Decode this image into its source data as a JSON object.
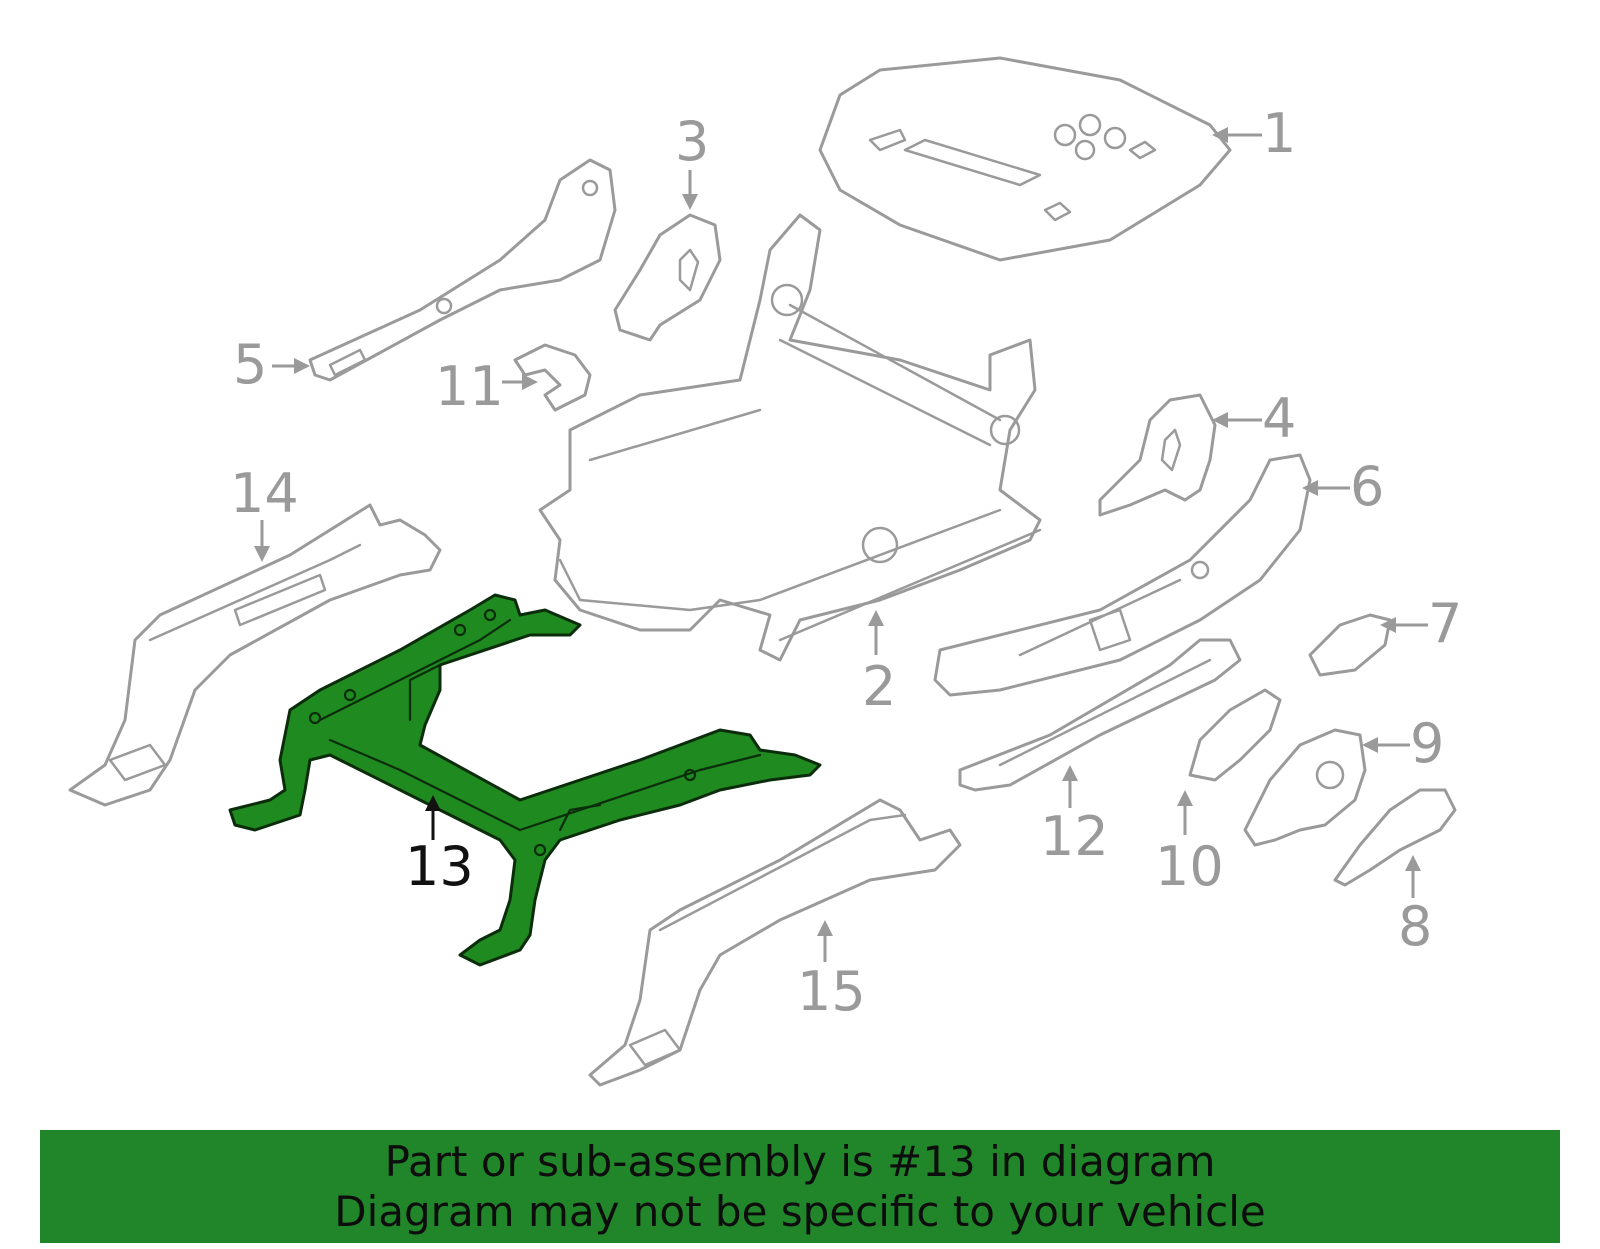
{
  "diagram": {
    "highlight_color": "#21862a",
    "callouts": [
      {
        "id": "1",
        "label": "1"
      },
      {
        "id": "2",
        "label": "2"
      },
      {
        "id": "3",
        "label": "3"
      },
      {
        "id": "4",
        "label": "4"
      },
      {
        "id": "5",
        "label": "5"
      },
      {
        "id": "6",
        "label": "6"
      },
      {
        "id": "7",
        "label": "7"
      },
      {
        "id": "8",
        "label": "8"
      },
      {
        "id": "9",
        "label": "9"
      },
      {
        "id": "10",
        "label": "10"
      },
      {
        "id": "11",
        "label": "11"
      },
      {
        "id": "12",
        "label": "12"
      },
      {
        "id": "13",
        "label": "13"
      },
      {
        "id": "14",
        "label": "14"
      },
      {
        "id": "15",
        "label": "15"
      }
    ],
    "highlighted_part": "13"
  },
  "banner": {
    "line1": "Part or sub-assembly is #13 in diagram",
    "line2": "Diagram may not be specific to your vehicle"
  }
}
